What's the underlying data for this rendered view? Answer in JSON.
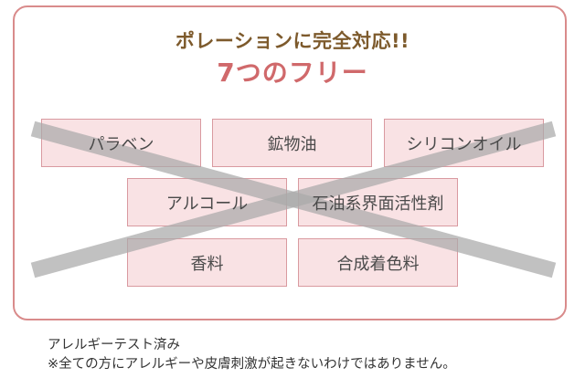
{
  "heading": {
    "main": "ポレーションに完全対応!!",
    "sub": "7つのフリー"
  },
  "free_items": [
    "パラベン",
    "鉱物油",
    "シリコンオイル",
    "アルコール",
    "石油系界面活性剤",
    "香料",
    "合成着色料"
  ],
  "notes": {
    "allergy_tested": "アレルギーテスト済み",
    "disclaimer": "※全ての方にアレルギーや皮膚刺激が起きないわけではありません。"
  },
  "colors": {
    "panel_border": "#d98b8b",
    "heading_main": "#7d5a2c",
    "heading_sub": "#d0696b",
    "tag_fill": "#f9e2e4",
    "tag_border": "#d99aa0",
    "cross": "#a9a9a9"
  }
}
